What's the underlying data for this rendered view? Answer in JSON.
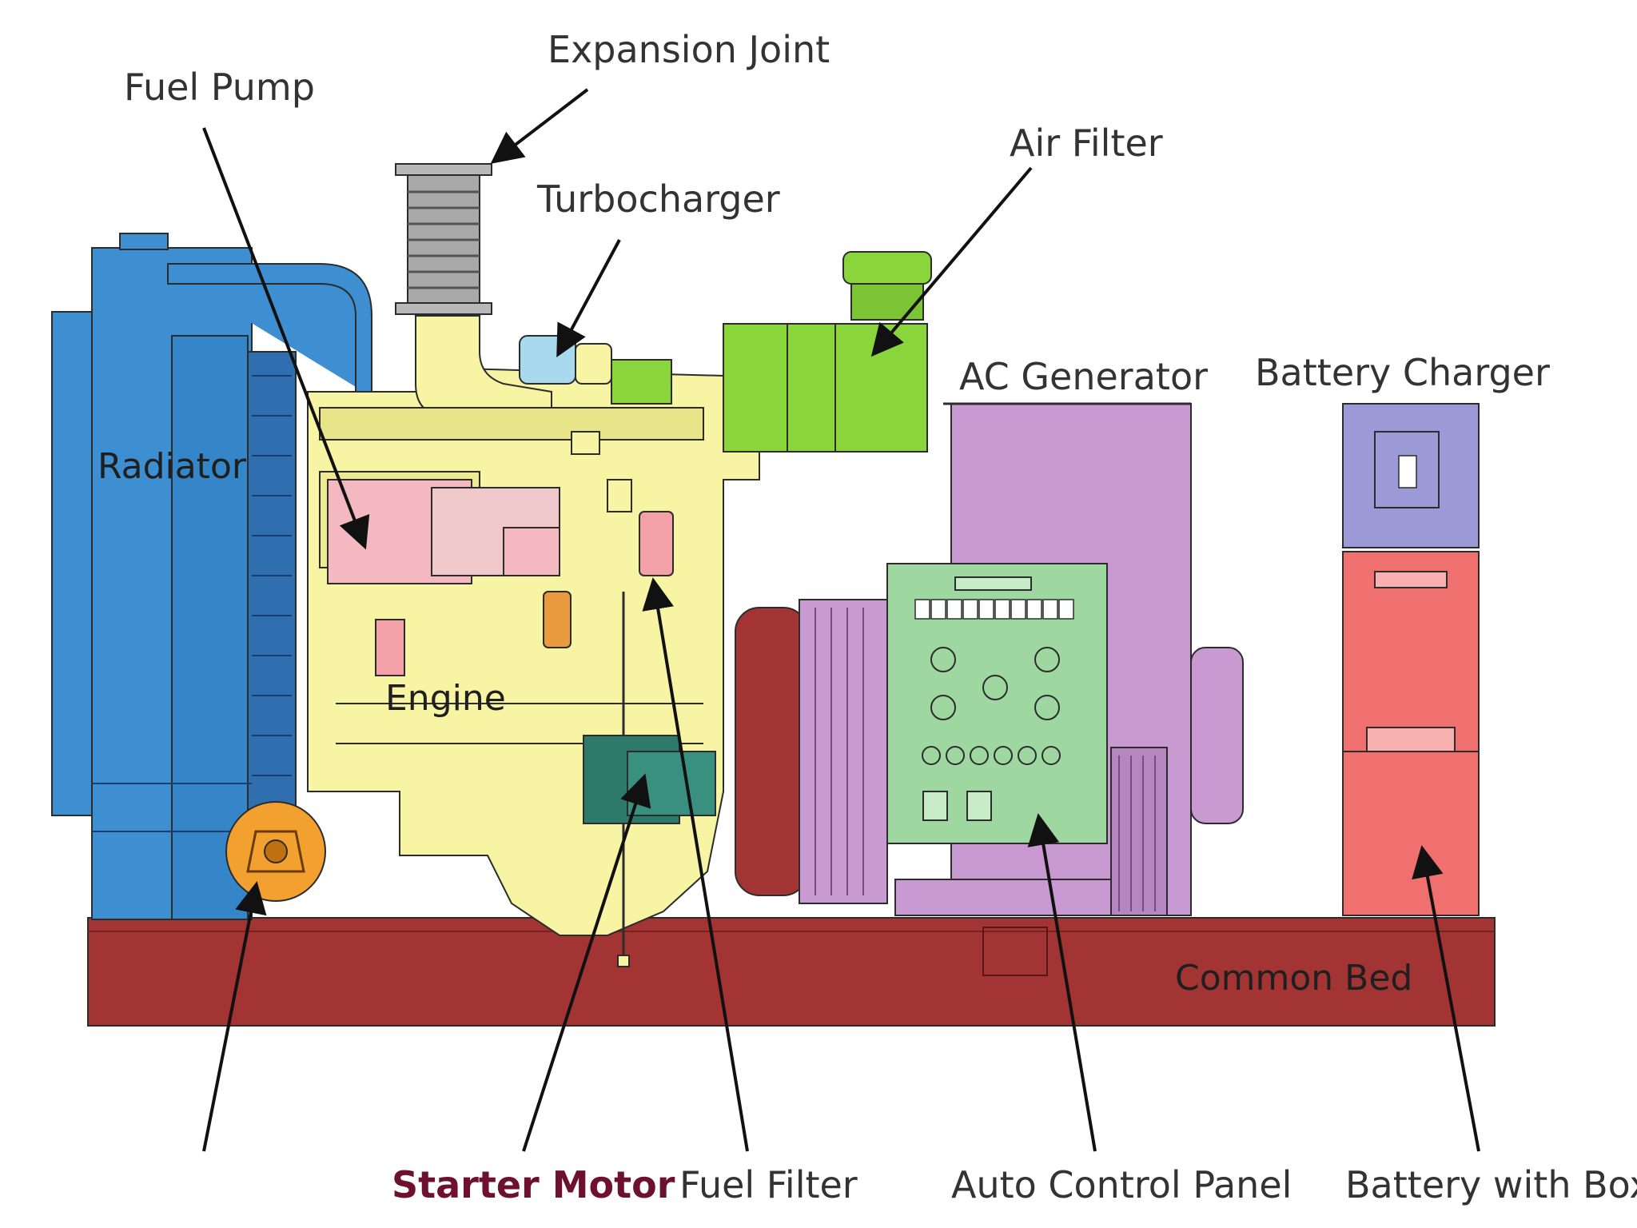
{
  "labels": {
    "expansion_joint": "Expansion Joint",
    "fuel_pump": "Fuel Pump",
    "turbocharger": "Turbocharger",
    "air_filter": "Air Filter",
    "ac_generator": "AC Generator",
    "battery_charger": "Battery Charger",
    "radiator": "Radiator",
    "engine": "Engine",
    "common_bed": "Common Bed",
    "starter_motor": "Starter Motor",
    "fuel_filter": "Fuel Filter",
    "auto_control_panel": "Auto Control Panel",
    "battery_with_box": "Battery with Box"
  },
  "colors": {
    "radiator": "#3d8fd1",
    "engine": "#f7f4a3",
    "common_bed": "#a33434",
    "ac_generator": "#c99ad2",
    "control_panel": "#9ed8a0",
    "air_filter": "#8ad43c",
    "battery_charger": "#9c9ad6",
    "battery_box": "#f07070",
    "starter_motor": "#f2a030",
    "starter_motor_label": "#6e1030"
  }
}
